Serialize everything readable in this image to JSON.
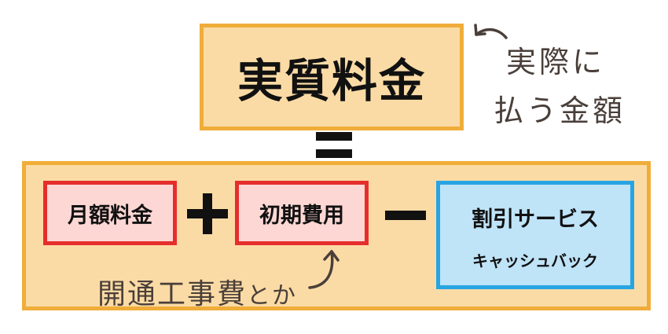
{
  "top": {
    "label": "実質料金"
  },
  "equals": {
    "symbol": "="
  },
  "monthly": {
    "label": "月額料金"
  },
  "plus": {
    "symbol": "+"
  },
  "initial": {
    "label": "初期費用"
  },
  "minus": {
    "symbol": "−"
  },
  "discount": {
    "line1": "割引サービス",
    "line2": "キャッシュバック"
  },
  "annotations": {
    "top_note_line1": "実際に",
    "top_note_line2": "払う金額",
    "initial_note_main": "開通工事費",
    "initial_note_tail": "とか"
  },
  "colors": {
    "orange_fill": "#fbdba5",
    "orange_border": "#f0ad3a",
    "red_fill": "#fcd7d4",
    "red_border": "#e62d2d",
    "blue_fill": "#bfe3f7",
    "blue_border": "#27a5e3",
    "handwriting": "#4a3f3a"
  }
}
